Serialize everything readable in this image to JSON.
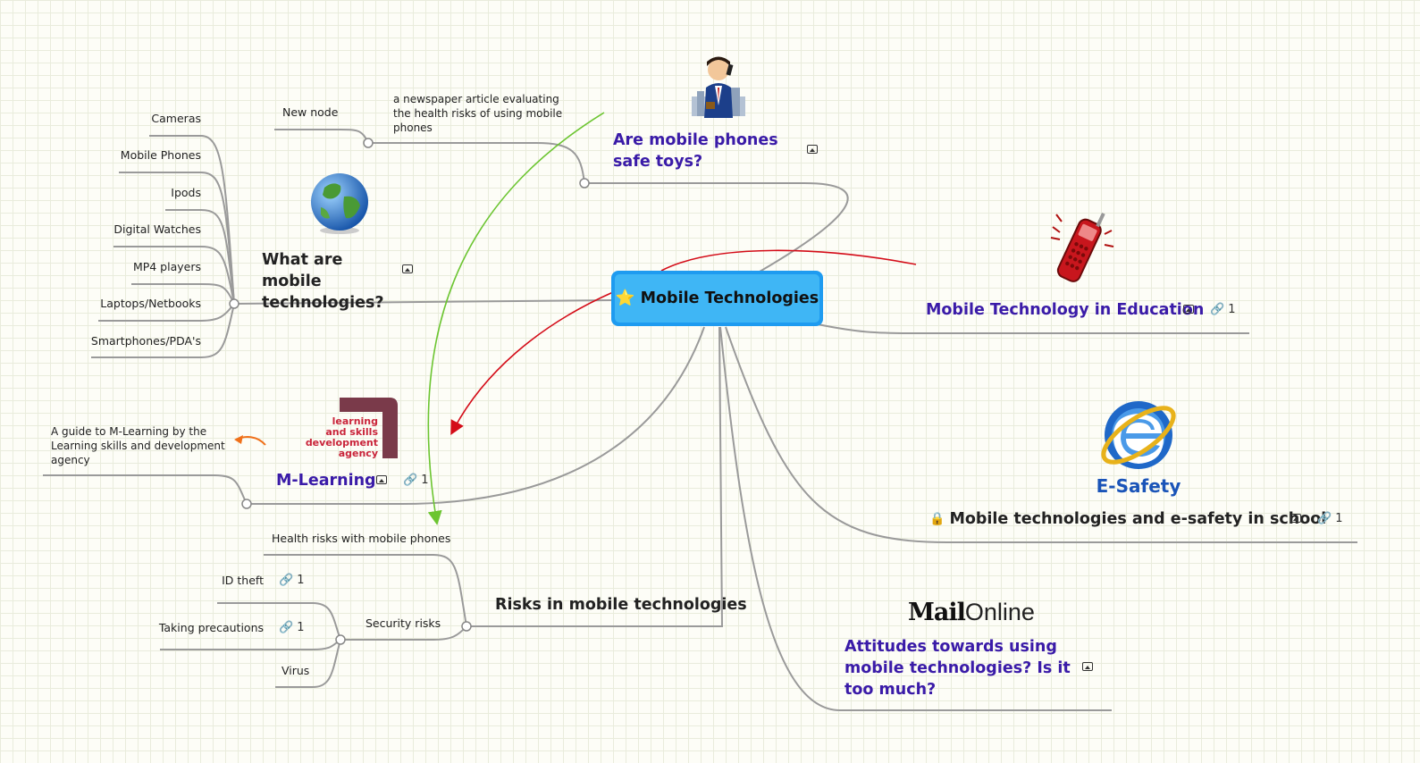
{
  "center": {
    "star": "⭐",
    "label": "Mobile Technologies"
  },
  "topics": {
    "safe_toys": {
      "label": "Are mobile phones safe toys?",
      "has_image": true
    },
    "what_are": {
      "label": "What are mobile technologies?",
      "has_image": true
    },
    "education": {
      "label": "Mobile Technology in Education",
      "link_count": "1"
    },
    "esafety": {
      "lock": "🔒",
      "label": "Mobile technologies and e-safety in school",
      "link_count": "1",
      "image_caption": "E-Safety"
    },
    "mlearning": {
      "label": "M-Learning",
      "link_count": "1",
      "logo_lines": [
        "learning",
        "and skills",
        "development",
        "agency"
      ]
    },
    "risks": {
      "label": "Risks in mobile technologies"
    },
    "attitudes": {
      "label": "Attitudes towards using mobile technologies? Is it too much?",
      "logo_bold": "Mail",
      "logo_light": "Online"
    }
  },
  "subtopics": {
    "new_node": "New node",
    "newspaper": "a newspaper article evaluating the health risks of using mobile phones",
    "what_are_items": [
      "Cameras",
      "Mobile Phones",
      "Ipods",
      "Digital Watches",
      "MP4 players",
      "Laptops/Netbooks",
      "Smartphones/PDA's"
    ],
    "mlearning_note": "A guide to M-Learning by the Learning skills and development agency",
    "health_risks": "Health risks with mobile phones",
    "security_risks": "Security risks",
    "security_items": [
      {
        "label": "ID theft",
        "link_count": "1"
      },
      {
        "label": "Taking precautions",
        "link_count": "1"
      },
      {
        "label": "Virus"
      }
    ]
  },
  "colors": {
    "line": "#999999",
    "relation_green": "#6cc531",
    "relation_red": "#d40c18",
    "relation_orange": "#f0701a",
    "link_topic": "#3a1ba8",
    "center_border": "#1e9bf0",
    "center_fill": "#3fb6f5"
  }
}
